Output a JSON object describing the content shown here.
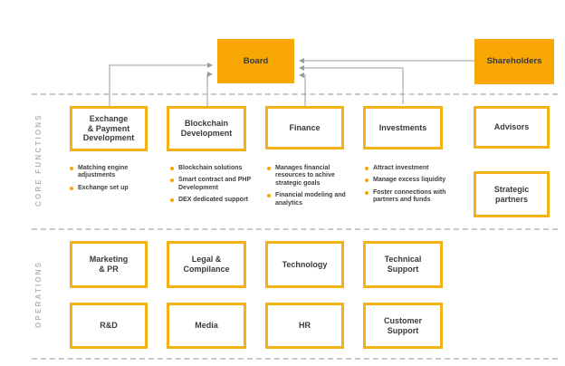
{
  "palette": {
    "filled_box": "#F8A602",
    "outline_border": "#F2B116",
    "bullet_dot": "#F7A600",
    "connector_gray": "#9B9B9B",
    "dashed_line_gray": "#C9C9C9",
    "side_label_gray": "#B3B3B3",
    "text_dark": "#3A3A3A"
  },
  "side_labels": {
    "core_functions": "CORE FUNCTIONS",
    "operations": "OPERATIONS"
  },
  "top_level": {
    "board": {
      "label": "Board"
    },
    "shareholders": {
      "label": "Shareholders"
    }
  },
  "core_functions": {
    "departments": [
      {
        "label": "Exchange\n& Payment\nDevelopment",
        "bullets": [
          "Matching engine adjustments",
          "Exchange set up"
        ]
      },
      {
        "label": "Blockchain\nDevelopment",
        "bullets": [
          "Blockchain solutions",
          "Smart contract and PHP Development",
          "DEX dedicated support"
        ]
      },
      {
        "label": "Finance",
        "bullets": [
          "Manages financial resources to achive strategic goals",
          "Financial modeling and analytics"
        ]
      },
      {
        "label": "Investments",
        "bullets": [
          "Attract investment",
          "Manage excess liquidity",
          "Foster connections with partners and funds"
        ]
      }
    ],
    "advisory": [
      {
        "label": "Advisors"
      },
      {
        "label": "Strategic\npartners"
      }
    ]
  },
  "operations": {
    "row1": [
      {
        "label": "Marketing\n& PR"
      },
      {
        "label": "Legal &\nCompilance"
      },
      {
        "label": "Technology"
      },
      {
        "label": "Technical\nSupport"
      }
    ],
    "row2": [
      {
        "label": "R&D"
      },
      {
        "label": "Media"
      },
      {
        "label": "HR"
      },
      {
        "label": "Customer\nSupport"
      }
    ]
  },
  "connectors": [
    {
      "from": "Exchange & Payment Development",
      "to": "Board"
    },
    {
      "from": "Blockchain Development",
      "to": "Board"
    },
    {
      "from": "Shareholders",
      "to": "Board"
    },
    {
      "from": "Investments",
      "to": "Board"
    },
    {
      "from": "Finance",
      "to": "Board"
    }
  ]
}
